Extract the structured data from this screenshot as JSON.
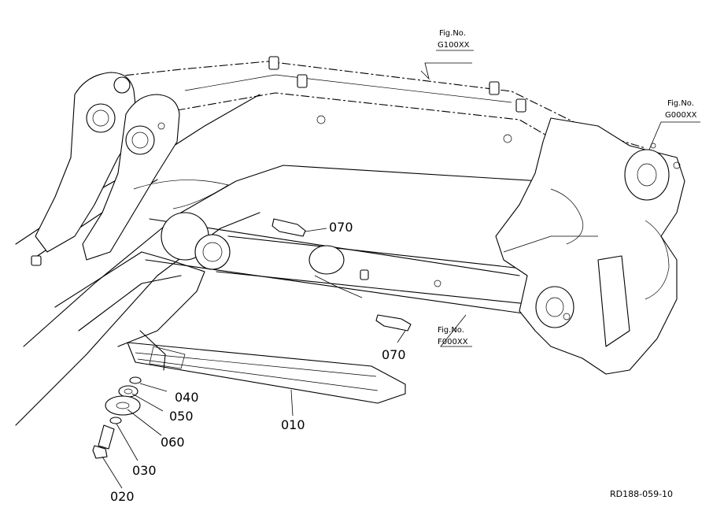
{
  "figure_refs": {
    "g100": {
      "line1": "Fig.No.",
      "line2": "G100XX"
    },
    "g000": {
      "line1": "Fig.No.",
      "line2": "G000XX"
    },
    "f000": {
      "line1": "Fig.No.",
      "line2": "F000XX"
    }
  },
  "callouts": {
    "part_010": "010",
    "part_020": "020",
    "part_030": "030",
    "part_040": "040",
    "part_050": "050",
    "part_060": "060",
    "part_070_upper": "070",
    "part_070_lower": "070"
  },
  "drawing_code": "RD188-059-10"
}
